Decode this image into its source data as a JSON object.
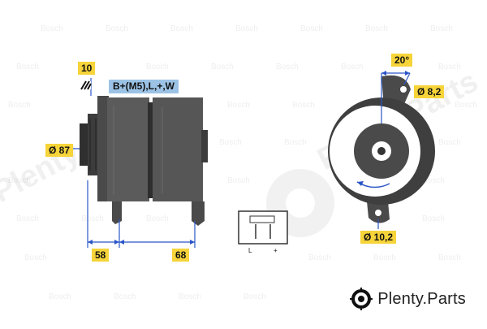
{
  "labels": {
    "ten": "10",
    "terminals": "B+(M5),L,+,W",
    "diameter_pulley": "Ø 87",
    "dim_left": "58",
    "dim_right": "68",
    "angle": "20°",
    "hole_small": "Ø 8,2",
    "hole_large": "Ø 10,2",
    "connector_left": "L",
    "connector_right": "+"
  },
  "branding": {
    "name": "Plenty.Parts",
    "watermark_text": "Bosch",
    "watermark_text_large": "Plenty.Parts"
  },
  "colors": {
    "label_yellow": "#f6d43a",
    "label_blue": "#9cc3e6",
    "dimension_blue": "#2a55c8",
    "body_dark": "#3a3a3a"
  }
}
